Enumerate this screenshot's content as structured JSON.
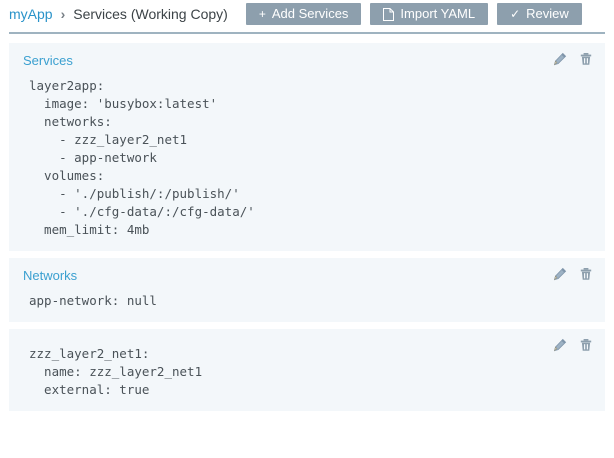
{
  "header": {
    "breadcrumb": {
      "root_label": "myApp",
      "separator": "›",
      "current_label": "Services (Working Copy)"
    },
    "buttons": [
      {
        "id": "add-services",
        "label": "Add Services",
        "icon": "plus-icon",
        "glyph": "+"
      },
      {
        "id": "import-yaml",
        "label": "Import YAML",
        "icon": "document-icon",
        "glyph": ""
      },
      {
        "id": "review",
        "label": "Review",
        "icon": "check-icon",
        "glyph": "✓"
      }
    ],
    "button_color": "#8d9fad",
    "link_color": "#2a93c9"
  },
  "panels": [
    {
      "title": "Services",
      "yaml": "layer2app:\n  image: 'busybox:latest'\n  networks:\n    - zzz_layer2_net1\n    - app-network\n  volumes:\n    - './publish/:/publish/'\n    - './cfg-data/:/cfg-data/'\n  mem_limit: 4mb",
      "edit_icon": "pencil-icon",
      "delete_icon": "trash-icon"
    },
    {
      "title": "Networks",
      "yaml": "app-network: null",
      "edit_icon": "pencil-icon",
      "delete_icon": "trash-icon"
    },
    {
      "title": "",
      "yaml": "zzz_layer2_net1:\n  name: zzz_layer2_net1\n  external: true",
      "edit_icon": "pencil-icon",
      "delete_icon": "trash-icon"
    }
  ],
  "colors": {
    "panel_background": "#f3f7fa",
    "panel_title": "#3ba0d0",
    "yaml_text": "#4a5258",
    "rule": "#9fb3c0"
  }
}
